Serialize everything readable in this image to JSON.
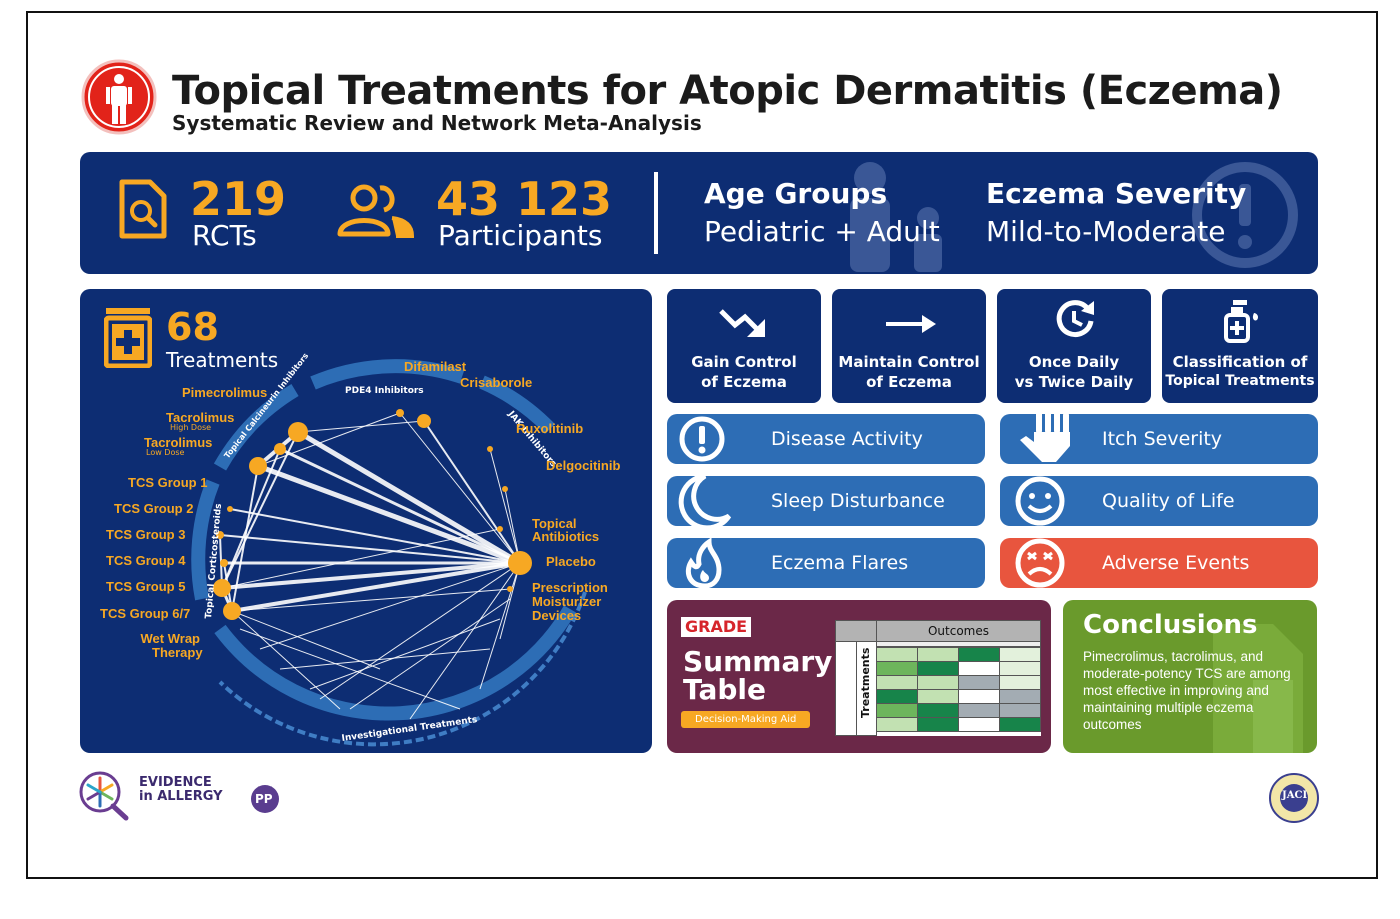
{
  "header": {
    "title": "Topical Treatments for Atopic Dermatitis (Eczema)",
    "subtitle": "Systematic Review and Network Meta-Analysis"
  },
  "stats": {
    "rcts_value": "219",
    "rcts_label": "RCTs",
    "participants_value": "43 123",
    "participants_label": "Participants",
    "age_title": "Age Groups",
    "age_value": "Pediatric + Adult",
    "severity_title": "Eczema Severity",
    "severity_value": "Mild-to-Moderate"
  },
  "network": {
    "count": "68",
    "count_label": "Treatments",
    "groups": {
      "pde4": "PDE4 Inhibitors",
      "calcineurin": "Topical Calcineurin Inhibitors",
      "jak": "JAK Inhibitors",
      "tcs": "Topical Corticosteroids",
      "investigational": "Investigational Treatments"
    },
    "labels": {
      "difamilast": "Difamilast",
      "crisaborole": "Crisaborole",
      "pimecrolimus": "Pimecrolimus",
      "tacro_high": "Tacrolimus",
      "tacro_high_sub": "High Dose",
      "tacro_low": "Tacrolimus",
      "tacro_low_sub": "Low Dose",
      "ruxolitinib": "Ruxolitinib",
      "delgocitinib": "Delgocitinib",
      "tcs1": "TCS Group 1",
      "tcs2": "TCS Group 2",
      "tcs3": "TCS Group 3",
      "tcs4": "TCS Group 4",
      "tcs5": "TCS Group 5",
      "tcs67": "TCS Group 6/7",
      "wetwrap1": "Wet Wrap",
      "wetwrap2": "Therapy",
      "topab1": "Topical",
      "topab2": "Antibiotics",
      "placebo": "Placebo",
      "rx1": "Prescription",
      "rx2": "Moisturizer",
      "rx3": "Devices"
    }
  },
  "tiles": [
    {
      "label1": "Gain Control",
      "label2": "of Eczema",
      "icon": "trend-down-arrow-icon"
    },
    {
      "label1": "Maintain Control",
      "label2": "of Eczema",
      "icon": "right-arrow-icon"
    },
    {
      "label1": "Once Daily",
      "label2": "vs Twice Daily",
      "icon": "clock-refresh-icon"
    },
    {
      "label1": "Classification of",
      "label2": "Topical Treatments",
      "icon": "pump-bottle-icon"
    }
  ],
  "outcomes": {
    "disease_activity": "Disease Activity",
    "itch_severity": "Itch Severity",
    "sleep_disturbance": "Sleep Disturbance",
    "quality_of_life": "Quality of Life",
    "eczema_flares": "Eczema Flares",
    "adverse_events": "Adverse Events"
  },
  "grade": {
    "badge": "GRADE",
    "title1": "Summary",
    "title2": "Table",
    "tag": "Decision-Making Aid",
    "outcomes_header": "Outcomes",
    "treatments_header": "Treatments"
  },
  "conclusions": {
    "title": "Conclusions",
    "text": "Pimecrolimus, tacrolimus, and moderate-potency TCS are among most effective in improving and maintaining multiple eczema outcomes"
  },
  "logos": {
    "evidence1": "EVIDENCE",
    "evidence2": "in ALLERGY",
    "jtf": "PP",
    "jaci": "JACI"
  },
  "colors": {
    "navy": "#0d2d73",
    "orange": "#f7a823",
    "blue_pill": "#2d6db5",
    "red_pill": "#e8553e",
    "grade_bg": "#6b2848",
    "conclusions_bg": "#6a9a2c"
  }
}
